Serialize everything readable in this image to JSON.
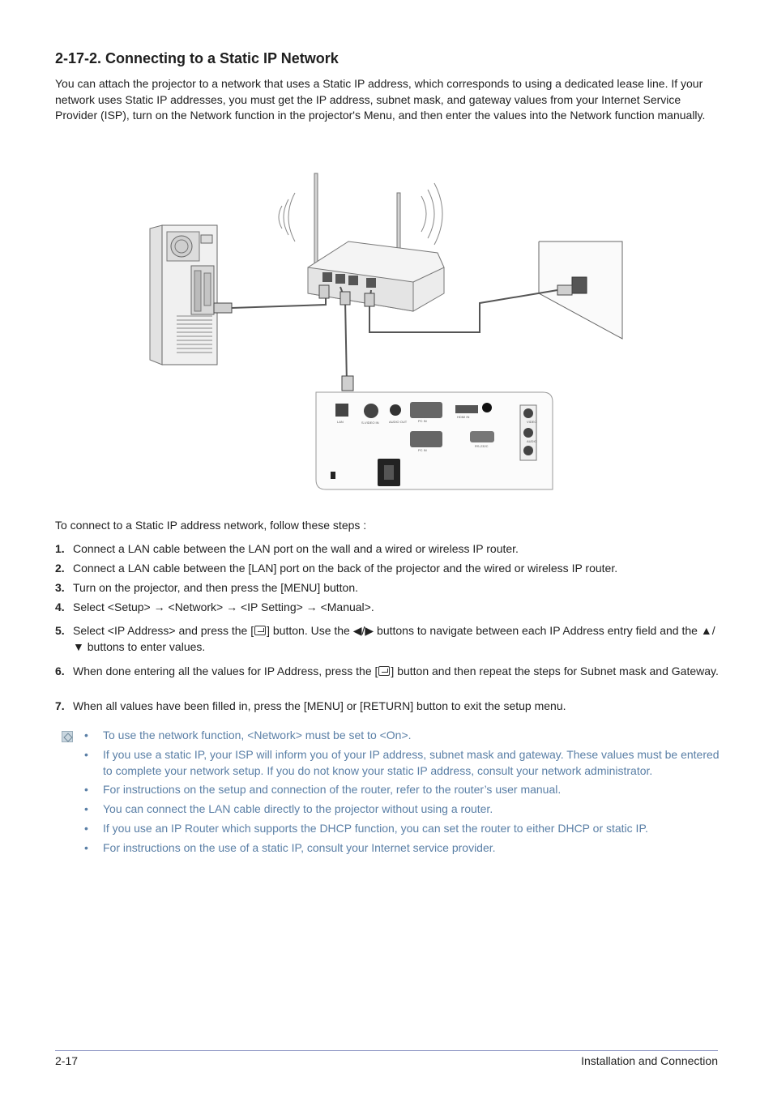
{
  "section": {
    "title": "2-17-2. Connecting to a Static IP Network",
    "intro": "You can attach the projector to a network that uses a Static IP address, which corresponds to using a dedicated lease line. If your network uses Static IP addresses, you must get the IP address, subnet mask, and gateway values from your Internet Service Provider (ISP), turn on the Network function in the projector's Menu, and then enter the values into the Network function manually."
  },
  "diagram": {
    "port_labels": [
      "LAN",
      "S-VIDEO IN",
      "AUDIO OUT",
      "PC IN",
      "HDMI IN",
      "PC IN",
      "RS-232C",
      "VIDEO",
      "AUDIO"
    ]
  },
  "steps": {
    "lead": "To connect to a Static IP address network, follow these steps :",
    "items": [
      {
        "num": "1.",
        "text": "Connect a LAN cable between the LAN port on the wall and a wired or wireless IP router."
      },
      {
        "num": "2.",
        "text": "Connect a LAN cable between the [LAN] port on the back of the projector and the wired or wireless IP router."
      },
      {
        "num": "3.",
        "text": "Turn on the projector, and then press the [MENU] button."
      },
      {
        "num": "4.",
        "text": "Select <Setup> → <Network> → <IP Setting> → <Manual>."
      },
      {
        "num": "5.",
        "text_a": "Select <IP Address> and press the [",
        "text_b": "] button. Use the ◀/▶ buttons to navigate between each IP Address entry field and the ▲/▼ buttons to enter values."
      },
      {
        "num": "6.",
        "text_a": "When done entering all the values for IP Address, press the [",
        "text_b": "] button and then repeat the steps for Subnet mask and Gateway."
      },
      {
        "num": "7.",
        "text": "When all values have been filled in, press the [MENU] or [RETURN] button to exit the setup menu."
      }
    ]
  },
  "notes": {
    "bullet": "•",
    "items": [
      "To use the network function, <Network> must be set to <On>.",
      "If you use a static IP, your ISP will inform you of your IP address, subnet mask and gateway. These values must be entered to complete your network setup. If you do not know your static IP address, consult your network administrator.",
      "For instructions on the setup and connection of the router, refer to the router’s user manual.",
      "You can connect the LAN cable directly to the projector without using a router.",
      "If you use an IP Router which supports the DHCP function, you can set the router to either DHCP or static IP.",
      "For instructions on the use of a static IP, consult your Internet service provider."
    ]
  },
  "footer": {
    "page": "2-17",
    "chapter": "Installation and Connection"
  },
  "colors": {
    "note_text": "#5a7fa6",
    "footer_rule": "#8a93c2"
  }
}
